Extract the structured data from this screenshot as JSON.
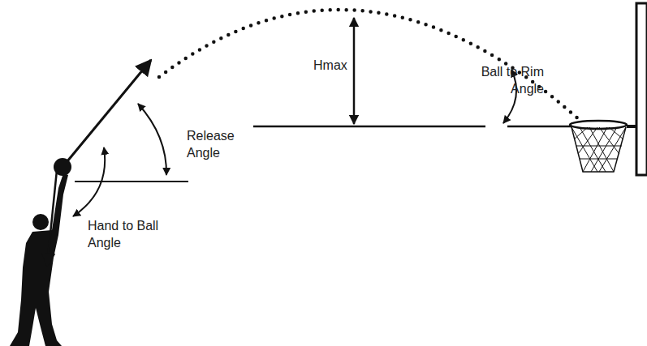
{
  "diagram": {
    "labels": [
      "Release Angle",
      "Hand to Ball Angle",
      "Hmax",
      "Ball to Rim Angle"
    ]
  }
}
